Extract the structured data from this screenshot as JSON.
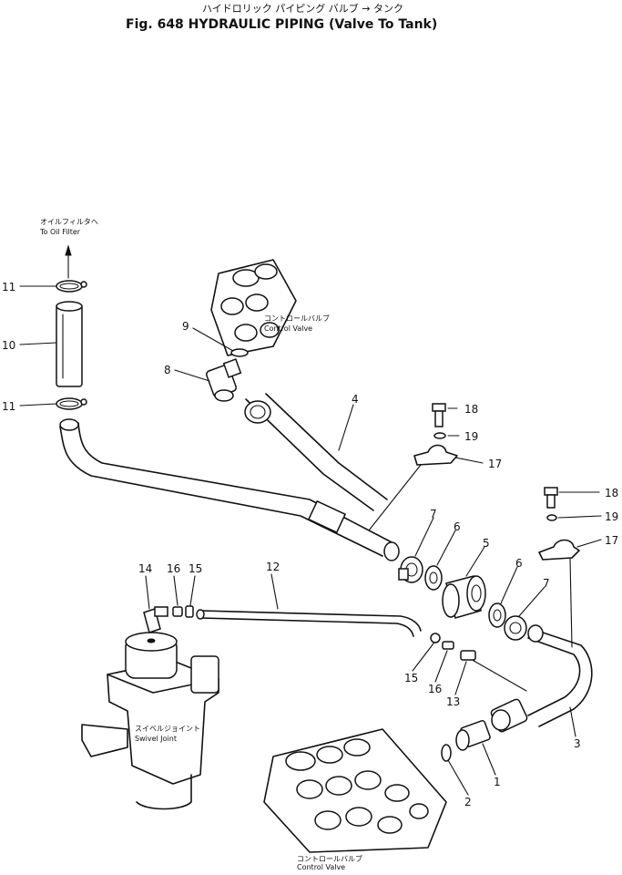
{
  "title": {
    "jp": "ハイドロリック パイピング バルブ → タンク",
    "en": "Fig. 648   HYDRAULIC PIPING (Valve To Tank)"
  },
  "notes": {
    "oil_filter_jp": "オイルフィルタへ",
    "oil_filter_en": "To Oil Filter",
    "control_valve_top_jp": "コントロールバルブ",
    "control_valve_top_en": "Control Valve",
    "swivel_jp": "スイベルジョイント",
    "swivel_en": "Swivel Joint",
    "control_valve_bottom_jp": "コントロールバルブ",
    "control_valve_bottom_en": "Control Valve"
  },
  "callouts": {
    "c11a": "11",
    "c10": "10",
    "c11b": "11",
    "c9": "9",
    "c8": "8",
    "c4": "4",
    "c18a": "18",
    "c19a": "19",
    "c17a": "17",
    "c18b": "18",
    "c19b": "19",
    "c17b": "17",
    "c7a": "7",
    "c6a": "6",
    "c5": "5",
    "c6b": "6",
    "c7b": "7",
    "c14": "14",
    "c16a": "16",
    "c15a": "15",
    "c12": "12",
    "c15b": "15",
    "c16b": "16",
    "c13": "13",
    "c3": "3",
    "c1": "1",
    "c2": "2"
  }
}
